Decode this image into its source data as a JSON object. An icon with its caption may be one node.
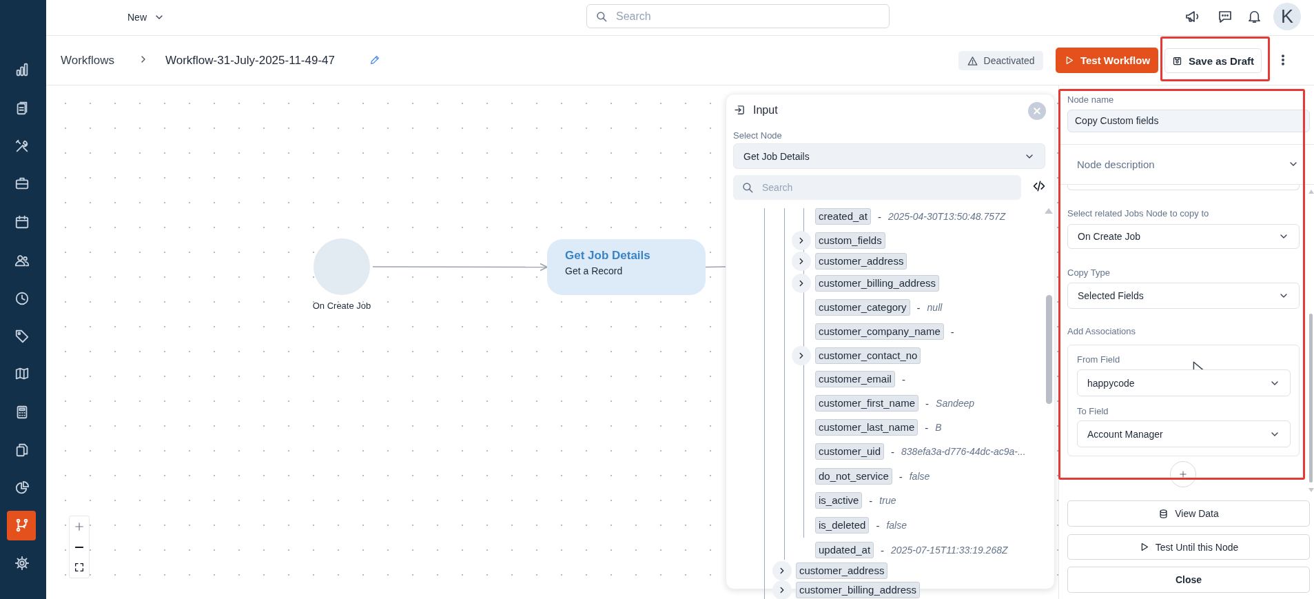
{
  "diagram": {
    "nodes": [
      {
        "text": [
          "On Create Job"
        ]
      },
      {
        "text": [
          "Get Job Details",
          "Get a Record"
        ]
      }
    ],
    "edges": [
      {
        "from": 0,
        "to": 1,
        "arrow": "to"
      },
      {
        "from": 1,
        "to": null,
        "arrow": "none"
      }
    ],
    "labels": [
      "New",
      "Search",
      "K",
      "Workflows",
      "Workflow-31-July-2025-11-49-47",
      "Deactivated",
      "Test Workflow",
      "Save as Draft",
      "Input",
      "Select Node",
      "Get Job Details",
      "Search",
      "created_at",
      "-",
      "2025-04-30T13:50:48.757Z",
      "custom_fields",
      "customer_address",
      "customer_billing_address",
      "customer_category",
      "-",
      "null",
      "customer_company_name",
      "-",
      "customer_contact_no",
      "customer_email",
      "-",
      "customer_first_name",
      "-",
      "Sandeep",
      "customer_last_name",
      "-",
      "B",
      "customer_uid",
      "-",
      "838efa3a-d776-44dc-ac9a-...",
      "do_not_service",
      "-",
      "false",
      "is_active",
      "-",
      "true",
      "is_deleted",
      "-",
      "false",
      "updated_at",
      "-",
      "2025-07-15T11:33:19.268Z",
      "customer_address",
      "customer_billing_address",
      "Node name",
      "Copy Custom fields",
      "Node description",
      "Select related Jobs Node to copy to",
      "On Create Job",
      "Copy Type",
      "Selected Fields",
      "Add Associations",
      "From Field",
      "happycode",
      "To Field",
      "Account Manager",
      "View Data",
      "Test Until this Node",
      "Close"
    ]
  }
}
